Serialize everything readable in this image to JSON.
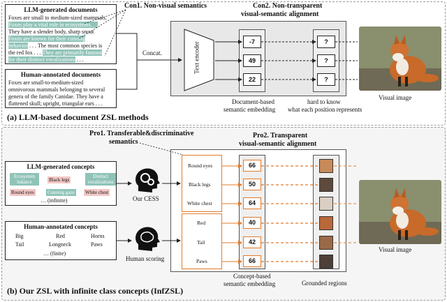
{
  "top": {
    "llm_docs_title": "LLM-generated documents",
    "llm_doc_lines": [
      [
        {
          "t": "Foxes are small to medium-sized mammals.",
          "h": ""
        }
      ],
      [
        {
          "t": "Foxes play a vital role in ecosystems. . .",
          "h": "teal"
        }
      ],
      [
        {
          "t": "They have a slender body, sharp snout",
          "h": ""
        }
      ],
      [
        {
          "t": "Foxes are known for their cunning",
          "h": "teal"
        }
      ],
      [
        {
          "t": "behavior",
          "h": "teal"
        },
        {
          "t": " . . . The most common species is",
          "h": ""
        }
      ],
      [
        {
          "t": "the red fox . . . ",
          "h": ""
        },
        {
          "t": "They are primarily famous",
          "h": "teal"
        }
      ],
      [
        {
          "t": "for their distinct vocalizations",
          "h": "teal"
        },
        {
          "t": " . . .",
          "h": ""
        }
      ]
    ],
    "human_docs_title": "Human-annotated documents",
    "human_doc_lines": [
      "Foxes are small-to-medium-sized",
      "omnivorous mammals belonging to several",
      "genera of the family Canidae. They have a",
      "flattened skull; upright, triangular ears . . ."
    ],
    "con1": "Con1. Non-visual  semantics",
    "concat": "Concat.",
    "encoder": "Text encoder",
    "con2_line1": "Con2. Non-transparent",
    "con2_line2": "visual-semantic alignment",
    "embedding_values": [
      "-7",
      "49",
      "22"
    ],
    "unknown_values": [
      "?",
      "?",
      "?"
    ],
    "doc_emb_line1": "Document-based",
    "doc_emb_line2": "semantic embedding",
    "hard_line1": "hard to know",
    "hard_line2": "what each position represents",
    "visual_image": "Visual image",
    "caption": "(a) LLM-based document ZSL methods"
  },
  "bottom": {
    "pro1_line1": "Pro1. Transferable&discriminative",
    "pro1_line2": "semantics",
    "pro2_line1": "Pro2. Transparent",
    "pro2_line2": "visual-semantic alignment",
    "llm_concepts_title": "LLM-generated concepts",
    "llm_concepts": [
      {
        "t": "Ecosystem balance",
        "h": "teal"
      },
      {
        "t": "Black legs",
        "h": "pink"
      },
      {
        "t": "Distinct vocalizations",
        "h": "teal"
      },
      {
        "t": "Round eyes",
        "h": "pink"
      },
      {
        "t": "Cunning gaze",
        "h": "teal"
      },
      {
        "t": "White chest",
        "h": "pink"
      }
    ],
    "llm_infinite": "… (infinite)",
    "human_concepts_title": "Human-annotated concepts",
    "human_concepts": [
      "Big",
      "Red",
      "Horns",
      "Tail",
      "Longneck",
      "Paws"
    ],
    "human_finite": "… (finite)",
    "our_cess": "Our CESS",
    "human_scoring": "Human scoring",
    "concepts_llm": [
      "Round eyes",
      "Black legs",
      "White chest"
    ],
    "concepts_human": [
      "Red",
      "Tail",
      "Paws"
    ],
    "scores_llm": [
      "66",
      "50",
      "64"
    ],
    "scores_human": [
      "40",
      "42",
      "66"
    ],
    "concept_emb_line1": "Concept-based",
    "concept_emb_line2": "semantic embedding",
    "grounded": "Grounded regions",
    "visual_image": "Visual image",
    "caption": "(b) Our ZSL with infinite class concepts (InfZSL)"
  },
  "colors": {
    "orange": "#e07b2a",
    "teal": "#8fc3b8",
    "pink": "#f2c7c5",
    "gray_panel": "#e8e8e8"
  }
}
